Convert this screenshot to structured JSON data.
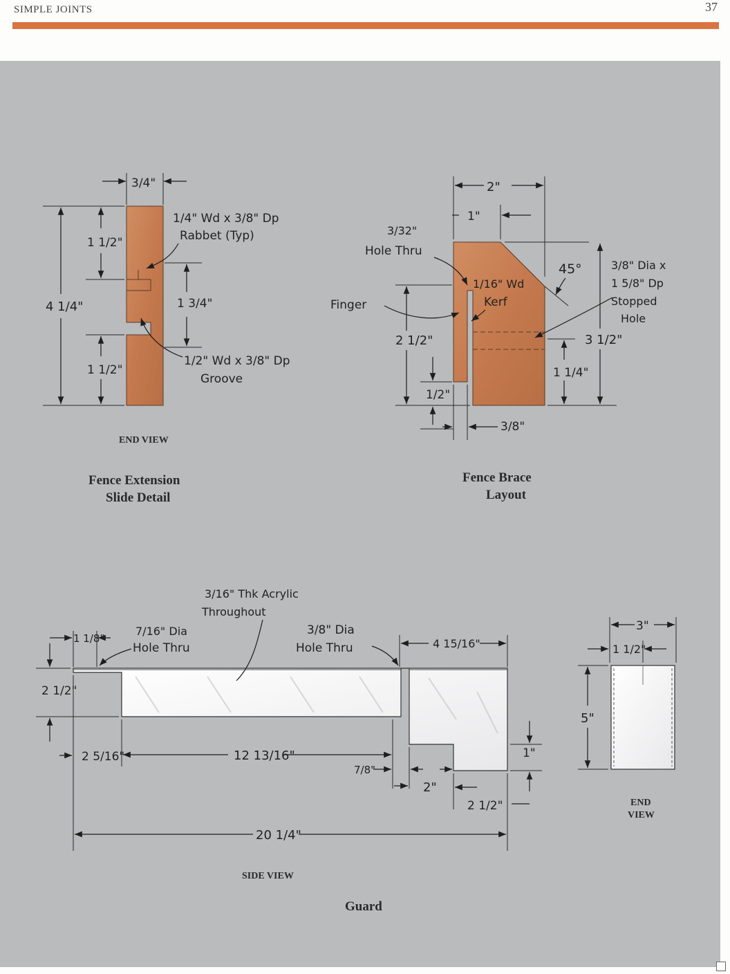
{
  "header": {
    "section": "SIMPLE JOINTS",
    "page_number": "37"
  },
  "fence_extension": {
    "top_width": "3/4\"",
    "height_total": "4 1/4\"",
    "top_segment": "1 1/2\"",
    "bottom_segment": "1 1/2\"",
    "middle_segment": "1 3/4\"",
    "rabbet_line1": "1/4\" Wd x 3/8\" Dp",
    "rabbet_line2": "Rabbet (Typ)",
    "groove_line1": "1/2\" Wd x 3/8\" Dp",
    "groove_line2": "Groove",
    "view_label": "END VIEW",
    "title_line1": "Fence Extension",
    "title_line2": "Slide Detail"
  },
  "fence_brace": {
    "width_2": "2\"",
    "width_1": "1\"",
    "hole_line1": "3/32\"",
    "hole_line2": "Hole Thru",
    "kerf_line1": "1/16\" Wd",
    "kerf_line2": "Kerf",
    "finger_label": "Finger",
    "angle": "45°",
    "stopped_line1": "3/8\" Dia x",
    "stopped_line2": "1 5/8\" Dp",
    "stopped_line3": "Stopped",
    "stopped_line4": "Hole",
    "height_2_5": "2 1/2\"",
    "height_3_5": "3 1/2\"",
    "height_1_25": "1 1/4\"",
    "bottom_half": "1/2\"",
    "bottom_3_8": "3/8\"",
    "title_line1": "Fence Brace",
    "title_line2": "Layout"
  },
  "guard": {
    "acrylic_line1": "3/16\" Thk Acrylic",
    "acrylic_line2": "Throughout",
    "dim_1_125": "1 1/8\"",
    "hole_7_16_line1": "7/16\" Dia",
    "hole_7_16_line2": "Hole Thru",
    "hole_3_8_line1": "3/8\" Dia",
    "hole_3_8_line2": "Hole Thru",
    "dim_4_15_16": "4 15/16\"",
    "dim_2_5_left": "2 1/2\"",
    "dim_2_5_16": "2 5/16\"",
    "dim_12_13_16": "12 13/16\"",
    "dim_7_8": "7/8\"",
    "dim_2": "2\"",
    "dim_2_5_bottom": "2 1/2\"",
    "dim_1": "1\"",
    "dim_20_25": "20 1/4\"",
    "side_view_label": "SIDE VIEW",
    "title": "Guard",
    "end_width_3": "3\"",
    "end_width_1_5": "1 1/2\"",
    "end_height_5": "5\"",
    "end_view_line1": "END",
    "end_view_line2": "VIEW"
  },
  "colors": {
    "accent_rule": "#d9743f",
    "panel": "#b9bbbd",
    "wood": "#c98257",
    "acrylic": "#f4f4f4"
  }
}
